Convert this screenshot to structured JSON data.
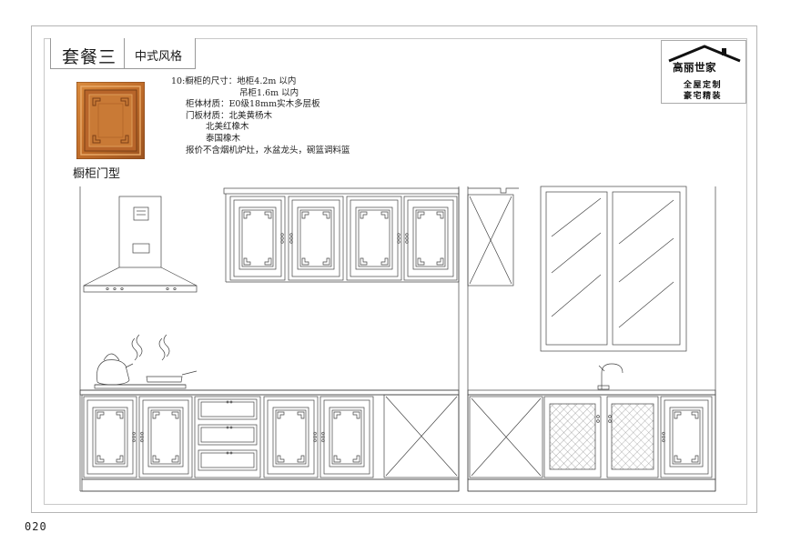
{
  "title": {
    "package": "套餐三",
    "style": "中式风格"
  },
  "door_sample": {
    "caption": "橱柜门型",
    "wood_color": "#c9772f"
  },
  "specs": [
    "10:橱柜的尺寸：地柜4.2m 以内",
    "吊柜1.6m 以内",
    "柜体材质：E0级18mm实木多层板",
    "门板材质：北美黄杨木",
    "北美红橡木",
    "泰国橡木",
    "报价不含烟机炉灶，水盆龙头，碗篮调料篮"
  ],
  "logo": {
    "brand": "高丽世家",
    "line1": "全屋定制",
    "line2": "豪宅精装"
  },
  "page_number": "020"
}
